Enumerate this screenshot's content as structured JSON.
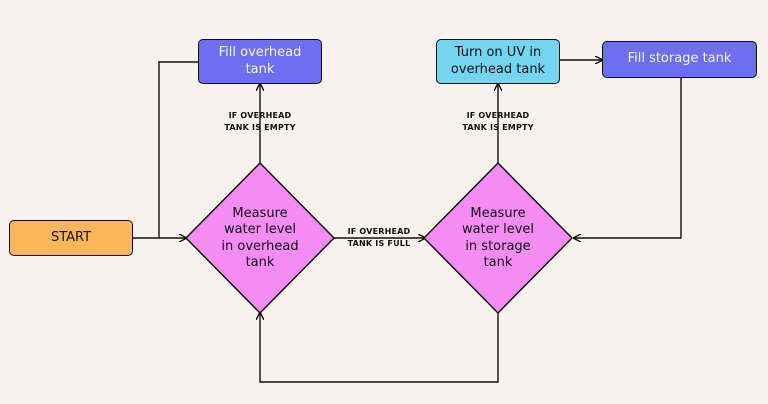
{
  "nodes": {
    "start": "START",
    "fill_overhead": [
      "Fill overhead",
      "tank"
    ],
    "turn_on_uv": [
      "Turn on UV in",
      "overhead tank"
    ],
    "fill_storage": "Fill storage tank",
    "measure_overhead": [
      "Measure",
      "water level",
      "in overhead",
      "tank"
    ],
    "measure_storage": [
      "Measure",
      "water level",
      "in storage",
      "tank"
    ]
  },
  "conditions": {
    "overhead_empty_left": [
      "IF OVERHEAD",
      "TANK IS EMPTY"
    ],
    "overhead_empty_right": [
      "IF OVERHEAD",
      "TANK IS EMPTY"
    ],
    "overhead_full": [
      "IF OVERHEAD",
      "TANK IS FULL"
    ]
  },
  "colors": {
    "start": "#fbb65a",
    "process": "#6e6ef0",
    "uv": "#74d5f1",
    "decision": "#f58cf4",
    "background": "#f7f3ec"
  }
}
